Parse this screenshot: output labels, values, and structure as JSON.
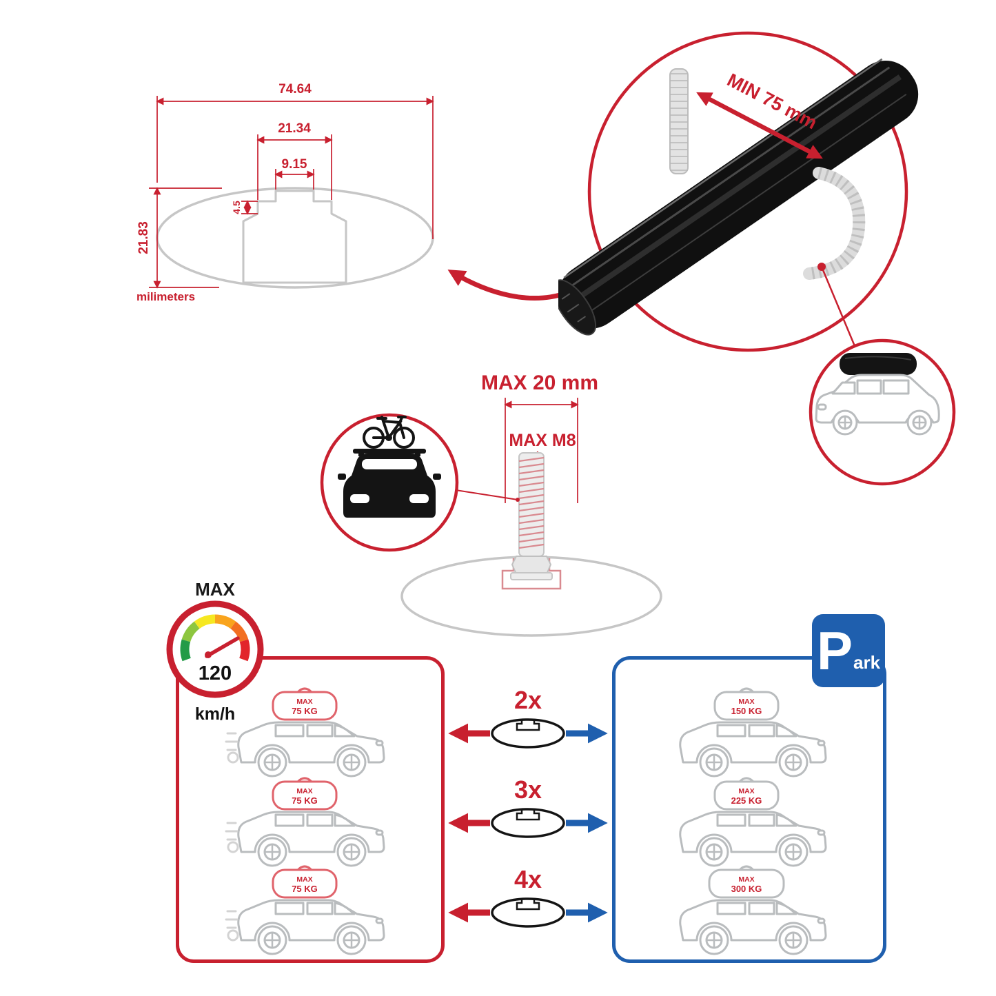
{
  "colors": {
    "red": "#c8202f",
    "blue": "#1f5fae",
    "gray": "#c6c6c6",
    "black": "#141414"
  },
  "profile_dims": {
    "total_width": "74.64",
    "channel_width": "21.34",
    "tab_width": "9.15",
    "step_height": "4.5",
    "total_height": "21.83",
    "units": "milimeters"
  },
  "bar_detail": {
    "min_label": "MIN 75 mm"
  },
  "bolt": {
    "max_width": "MAX 20 mm",
    "max_thread": "MAX M8"
  },
  "speed": {
    "title": "MAX",
    "value": "120",
    "unit": "km/h"
  },
  "parking_sign": {
    "letter": "P",
    "suffix": "ark"
  },
  "rows": [
    {
      "multiplier": "2x",
      "drive_max": "MAX",
      "drive_kg": "75 KG",
      "park_max": "MAX",
      "park_kg": "150 KG"
    },
    {
      "multiplier": "3x",
      "drive_max": "MAX",
      "drive_kg": "75 KG",
      "park_max": "MAX",
      "park_kg": "225 KG"
    },
    {
      "multiplier": "4x",
      "drive_max": "MAX",
      "drive_kg": "75 KG",
      "park_max": "MAX",
      "park_kg": "300 KG"
    }
  ]
}
